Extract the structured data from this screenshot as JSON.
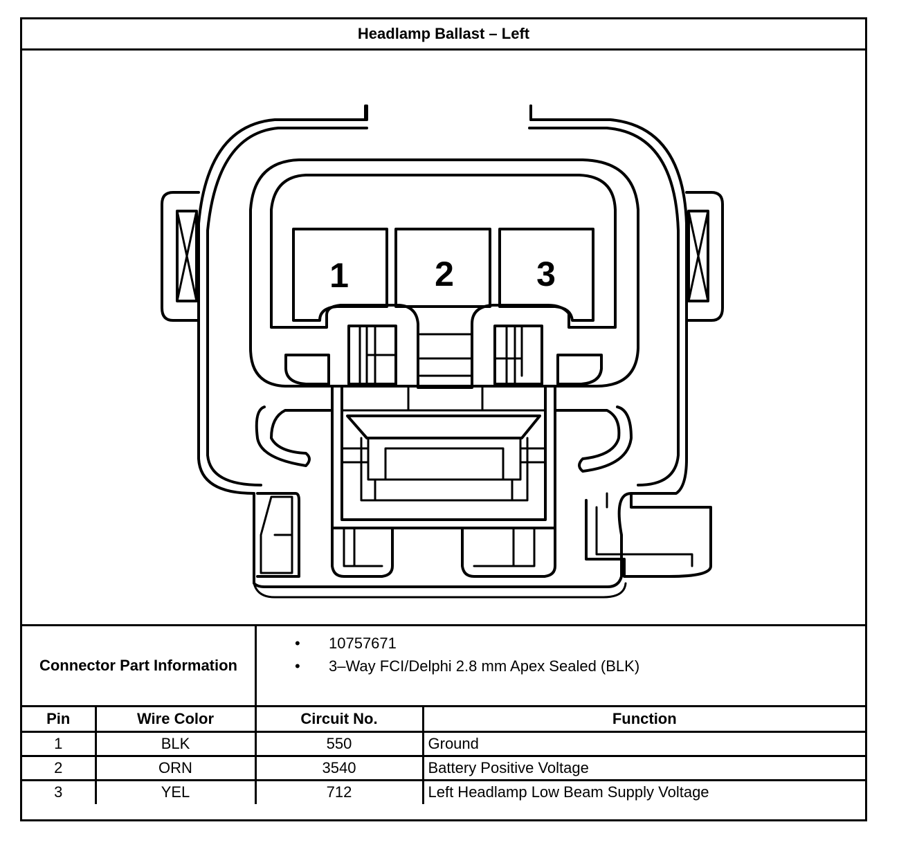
{
  "title": "Headlamp Ballast – Left",
  "connector": {
    "label": "Connector Part Information",
    "details": [
      "10757671",
      "3–Way FCI/Delphi 2.8 mm Apex Sealed (BLK)"
    ],
    "pin_labels": [
      "1",
      "2",
      "3"
    ]
  },
  "table": {
    "headers": [
      "Pin",
      "Wire Color",
      "Circuit No.",
      "Function"
    ],
    "rows": [
      [
        "1",
        "BLK",
        "550",
        "Ground"
      ],
      [
        "2",
        "ORN",
        "3540",
        "Battery Positive Voltage"
      ],
      [
        "3",
        "YEL",
        "712",
        "Left Headlamp Low Beam Supply Voltage"
      ]
    ]
  }
}
